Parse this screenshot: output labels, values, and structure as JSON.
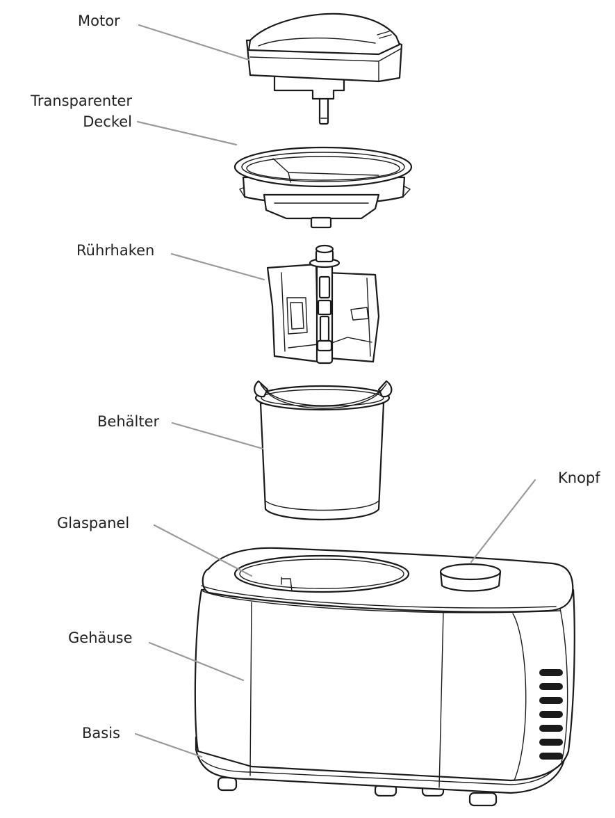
{
  "labels": {
    "motor": "Motor",
    "deckel_line1": "Transparenter",
    "deckel_line2": "Deckel",
    "ruehrhaken": "Rührhaken",
    "behaelter": "Behälter",
    "knopf": "Knopf",
    "glaspanel": "Glaspanel",
    "gehaeuse": "Gehäuse",
    "basis": "Basis"
  },
  "colors": {
    "line": "#1a1a1a",
    "leader": "#9a9a9a",
    "text": "#222222",
    "background": "#ffffff"
  }
}
